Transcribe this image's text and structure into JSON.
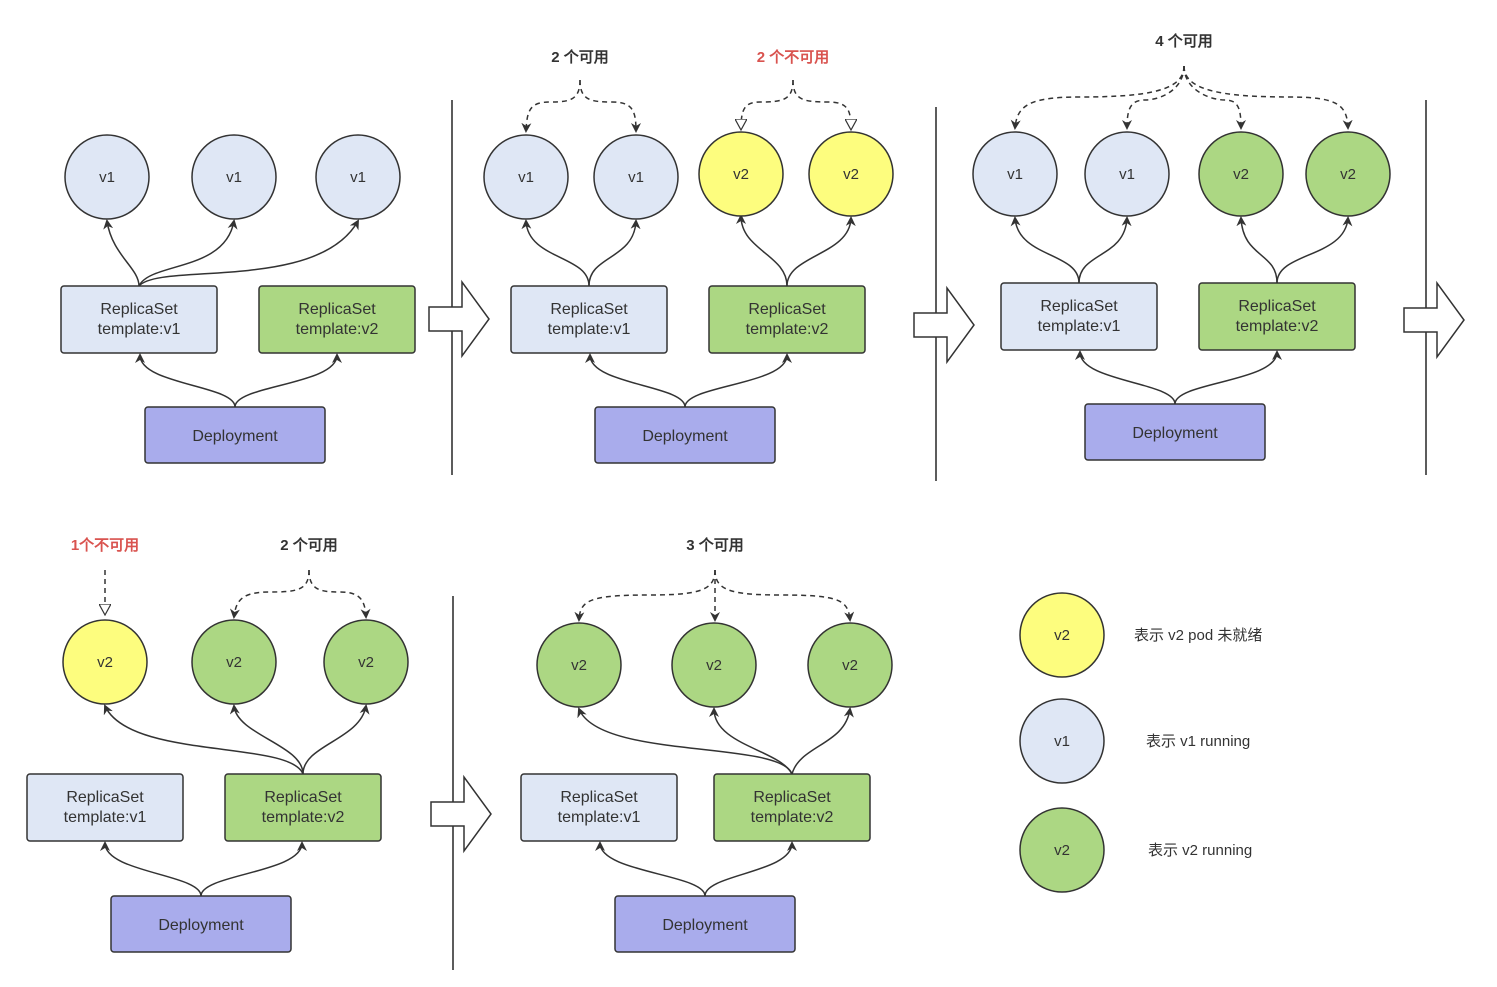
{
  "colors": {
    "v1": "#dfe7f5",
    "v2_ready": "#acd783",
    "v2_unready": "#fdfd7e",
    "deployment": "#a9acec",
    "stroke": "#333333",
    "available": "#333333",
    "unavailable": "#d9534f"
  },
  "labels": {
    "replicaset_v1": [
      "ReplicaSet",
      "template:v1"
    ],
    "replicaset_v2": [
      "ReplicaSet",
      "template:v2"
    ],
    "deployment": "Deployment"
  },
  "stages": [
    {
      "pods": [
        {
          "label": "v1",
          "state": "v1"
        },
        {
          "label": "v1",
          "state": "v1"
        },
        {
          "label": "v1",
          "state": "v1"
        }
      ],
      "annotations": []
    },
    {
      "pods": [
        {
          "label": "v1",
          "state": "v1"
        },
        {
          "label": "v1",
          "state": "v1"
        },
        {
          "label": "v2",
          "state": "v2_unready"
        },
        {
          "label": "v2",
          "state": "v2_unready"
        }
      ],
      "annotations": [
        {
          "text": "2 个可用",
          "kind": "available"
        },
        {
          "text": "2 个不可用",
          "kind": "unavailable"
        }
      ]
    },
    {
      "pods": [
        {
          "label": "v1",
          "state": "v1"
        },
        {
          "label": "v1",
          "state": "v1"
        },
        {
          "label": "v2",
          "state": "v2_ready"
        },
        {
          "label": "v2",
          "state": "v2_ready"
        }
      ],
      "annotations": [
        {
          "text": "4 个可用",
          "kind": "available"
        }
      ]
    },
    {
      "pods": [
        {
          "label": "v2",
          "state": "v2_unready"
        },
        {
          "label": "v2",
          "state": "v2_ready"
        },
        {
          "label": "v2",
          "state": "v2_ready"
        }
      ],
      "annotations": [
        {
          "text": "1个不可用",
          "kind": "unavailable"
        },
        {
          "text": "2 个可用",
          "kind": "available"
        }
      ]
    },
    {
      "pods": [
        {
          "label": "v2",
          "state": "v2_ready"
        },
        {
          "label": "v2",
          "state": "v2_ready"
        },
        {
          "label": "v2",
          "state": "v2_ready"
        }
      ],
      "annotations": [
        {
          "text": "3 个可用",
          "kind": "available"
        }
      ]
    }
  ],
  "legend": [
    {
      "pod_label": "v2",
      "state": "v2_unready",
      "text": "表示 v2 pod 未就绪"
    },
    {
      "pod_label": "v1",
      "state": "v1",
      "text": "表示 v1 running"
    },
    {
      "pod_label": "v2",
      "state": "v2_ready",
      "text": "表示 v2 running"
    }
  ]
}
